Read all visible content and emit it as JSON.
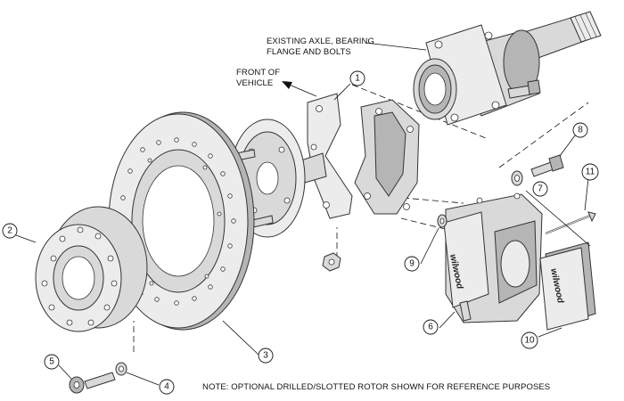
{
  "diagram": {
    "labels": {
      "axle": [
        "EXISTING AXLE, BEARING",
        "FLANGE AND BOLTS"
      ],
      "front": [
        "FRONT OF",
        "VEHICLE"
      ],
      "note": "NOTE: OPTIONAL DRILLED/SLOTTED ROTOR SHOWN FOR REFERENCE PURPOSES"
    },
    "callouts": [
      "1",
      "2",
      "3",
      "4",
      "5",
      "6",
      "7",
      "8",
      "9",
      "10",
      "11"
    ],
    "brand_marks": [
      "wilwood",
      "wilwood"
    ]
  }
}
